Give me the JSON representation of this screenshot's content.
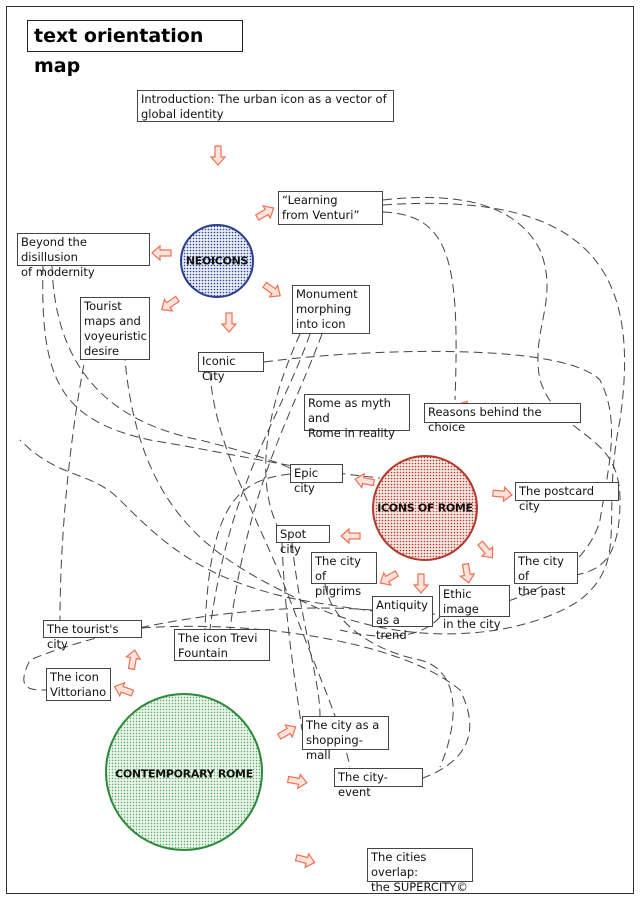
{
  "title": "text orientation map",
  "colors": {
    "neoicons": "#2b3f8f",
    "icons_of_rome": "#b23a2a",
    "contemporary_rome": "#2a8a3a",
    "arrow": "#f07050"
  },
  "hubs": {
    "neoicons": "NEOICONS",
    "icons_of_rome": "ICONS OF ROME",
    "contemporary_rome": "CONTEMPORARY ROME"
  },
  "boxes": {
    "intro": "Introduction: The urban icon as a vector of\nglobal identity",
    "learning": "“Learning\nfrom Venturi”",
    "beyond": "Beyond the disillusion\nof modernity",
    "monument": "Monument\nmorphing\ninto icon",
    "tourist_maps": "Tourist\nmaps and\nvoyeuristic\ndesire",
    "iconic_city": "Iconic City",
    "rome_myth": "Rome as myth and\nRome in reality",
    "reasons": "Reasons behind the choice",
    "epic_city": "Epic city",
    "postcard": "The postcard city",
    "spot_city": "Spot city",
    "pilgrims": "The city of\npilgrims",
    "past": "The city of\nthe past",
    "antiquity": "Antiquity\nas a trend",
    "ethic": "Ethic image\nin the city",
    "tourists_city": "The tourist's city",
    "trevi": "The icon Trevi\nFountain",
    "vittoriano": "The icon\nVittoriano",
    "shopping": "The city as a\nshopping-mall",
    "event": "The city-event",
    "supercity": "The cities overlap:\nthe SUPERCITY©"
  }
}
